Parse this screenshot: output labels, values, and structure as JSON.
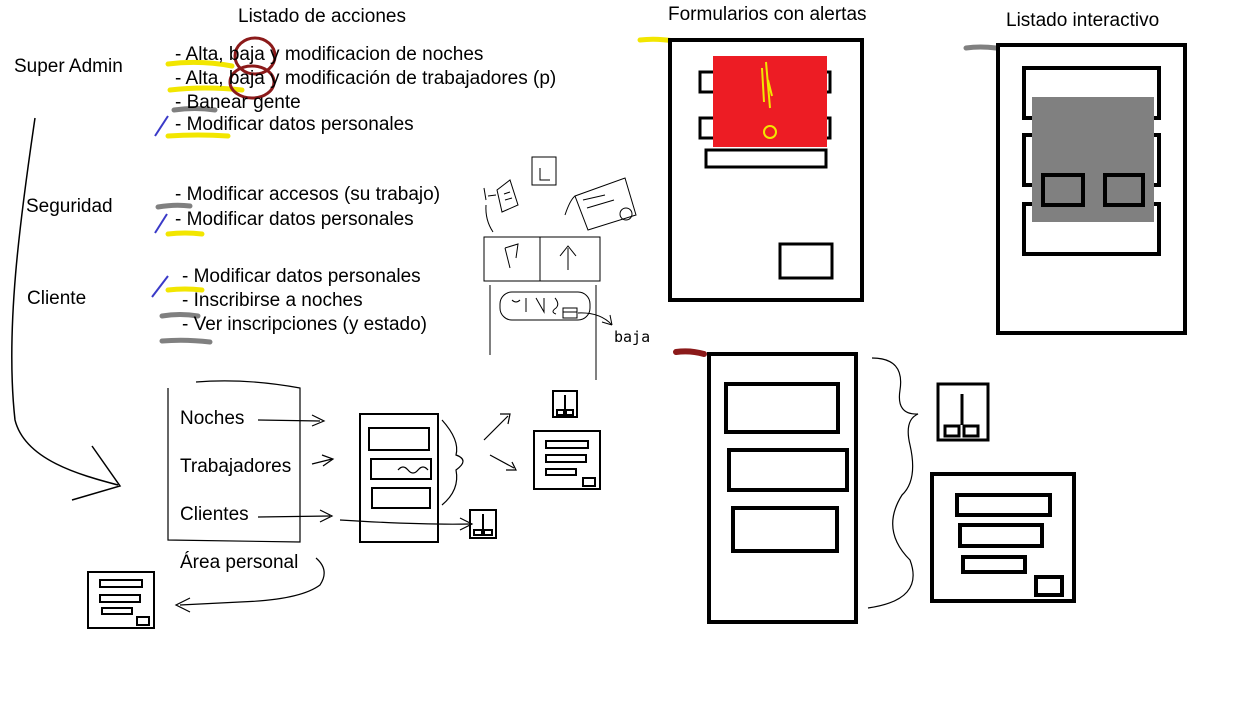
{
  "titles": {
    "actions": "Listado de acciones",
    "forms": "Formularios con alertas",
    "interactive": "Listado interactivo"
  },
  "roles": [
    {
      "name": "Super Admin",
      "actions": [
        "- Alta, baja y modificacion de noches",
        "- Alta, baja y modificación de trabajadores (p)",
        "- Banear gente",
        "- Modificar datos personales"
      ]
    },
    {
      "name": "Seguridad",
      "actions": [
        "- Modificar accesos (su trabajo)",
        "- Modificar datos personales"
      ]
    },
    {
      "name": "Cliente",
      "actions": [
        "- Modificar datos personales",
        "- Inscribirse a noches",
        "- Ver inscripciones (y estado)"
      ]
    }
  ],
  "menu": {
    "items": [
      "Noches",
      "Trabajadores",
      "Clientes",
      "Área personal"
    ]
  },
  "sketch_notes": {
    "baja": "baja"
  },
  "colors": {
    "highlight_yellow": "#f2e600",
    "highlight_gray": "#808080",
    "highlight_darkred": "#8b1a1a",
    "check_blue": "#3a3ac8",
    "alert_red": "#ed1c24",
    "list_gray": "#808080"
  }
}
